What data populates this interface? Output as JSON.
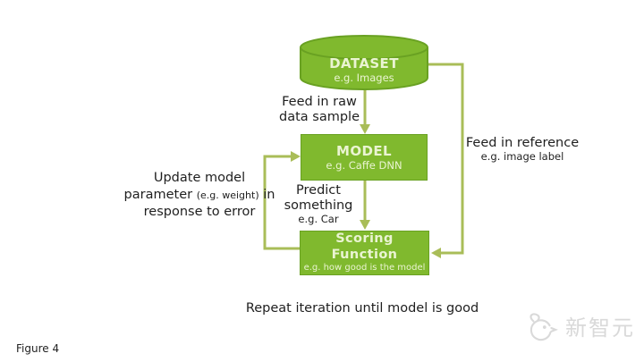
{
  "colors": {
    "node_green": "#80b92e",
    "node_border": "#69a122",
    "connector": "#a9bd58",
    "node_text": "#eaf4d2",
    "text_dark": "#1f1f1f",
    "watermark": "#d9d9d9"
  },
  "nodes": {
    "dataset": {
      "title": "DATASET",
      "subtitle": "e.g. Images"
    },
    "model": {
      "title": "MODEL",
      "subtitle": "e.g. Caffe DNN"
    },
    "scoring": {
      "title": "Scoring Function",
      "subtitle": "e.g. how good is the model"
    }
  },
  "annotations": {
    "feed_raw": "Feed in raw\ndata sample",
    "predict_main": "Predict\nsomething",
    "predict_sub": "e.g. Car",
    "update_part1": "Update model parameter",
    "update_small": "(e.g. weight)",
    "update_part2": "in response to error",
    "feed_reference_main": "Feed in reference",
    "feed_reference_sub": "e.g. image label",
    "repeat": "Repeat iteration until model is good"
  },
  "footer": {
    "figure_caption": "Figure 4"
  },
  "watermark": {
    "logo_text": "新智元",
    "logo_icon": "chick-bird-icon"
  }
}
